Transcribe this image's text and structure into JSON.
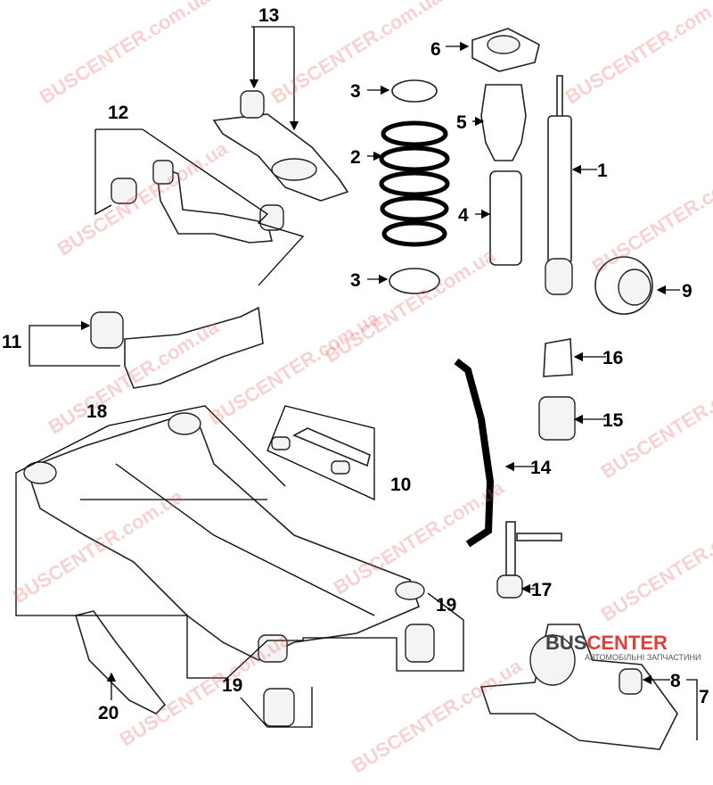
{
  "watermark": "BUSCENTER.com.ua",
  "logo": {
    "brand_a": "BUS",
    "brand_b": "CENTER",
    "tagline": "АВТОМОБІЛЬНІ ЗАПЧАСТИНИ"
  },
  "callouts": {
    "c1": "1",
    "c2": "2",
    "c3a": "3",
    "c3b": "3",
    "c4": "4",
    "c5": "5",
    "c6": "6",
    "c7": "7",
    "c8": "8",
    "c9": "9",
    "c10": "10",
    "c11": "11",
    "c12": "12",
    "c13": "13",
    "c14": "14",
    "c15": "15",
    "c16": "16",
    "c17": "17",
    "c18": "18",
    "c19a": "19",
    "c19b": "19",
    "c20": "20"
  },
  "colors": {
    "accent": "#e0403a"
  }
}
